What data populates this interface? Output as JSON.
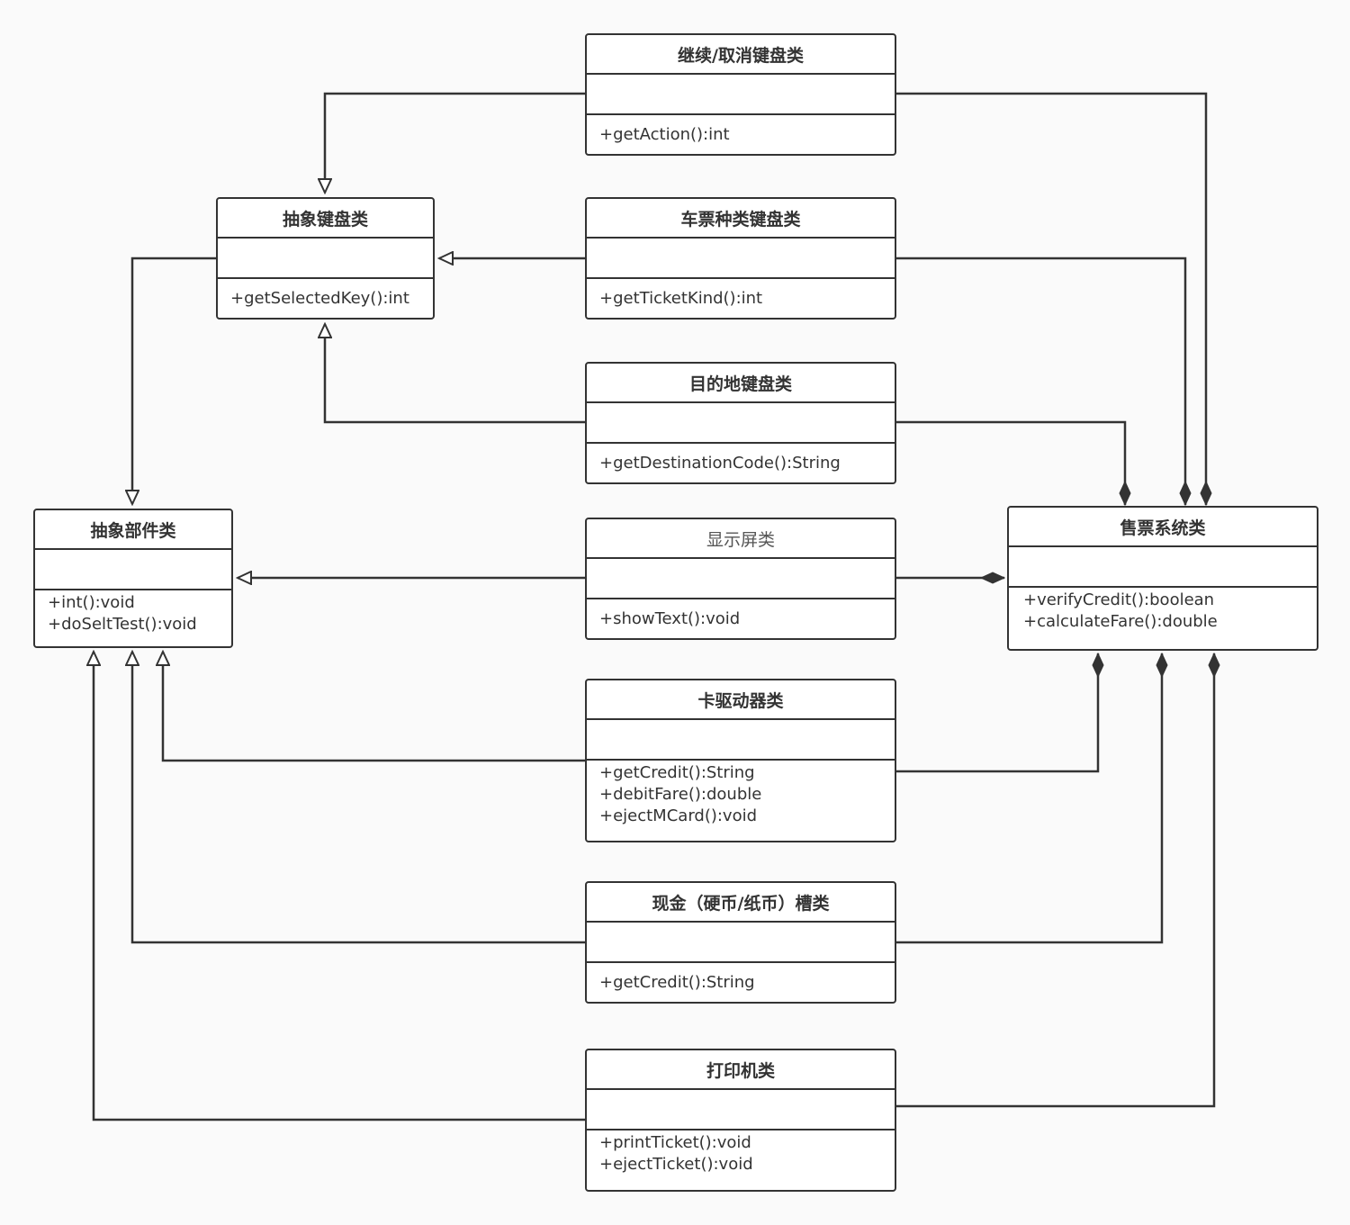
{
  "colors": {
    "line": "#333333",
    "background": "#fafafa",
    "box": "#ffffff"
  },
  "classes": {
    "continue_cancel_keyboard": {
      "name": "继续/取消键盘类",
      "ops": [
        "+getAction():int"
      ]
    },
    "abstract_keyboard": {
      "name": "抽象键盘类",
      "ops": [
        "+getSelectedKey():int"
      ]
    },
    "ticket_kind_keyboard": {
      "name": "车票种类键盘类",
      "ops": [
        "+getTicketKind():int"
      ]
    },
    "destination_keyboard": {
      "name": "目的地键盘类",
      "ops": [
        "+getDestinationCode():String"
      ]
    },
    "abstract_component": {
      "name": "抽象部件类",
      "ops": [
        "+int():void",
        "+doSeltTest():void"
      ]
    },
    "display_screen": {
      "name": "显示屏类",
      "ops": [
        "+showText():void"
      ]
    },
    "ticketing_system": {
      "name": "售票系统类",
      "ops": [
        "+verifyCredit():boolean",
        "+calculateFare():double"
      ]
    },
    "card_driver": {
      "name": "卡驱动器类",
      "ops": [
        "+getCredit():String",
        "+debitFare():double",
        "+ejectMCard():void"
      ]
    },
    "cash_slot": {
      "name": "现金（硬币/纸币）槽类",
      "ops": [
        "+getCredit():String"
      ]
    },
    "printer": {
      "name": "打印机类",
      "ops": [
        "+printTicket():void",
        "+ejectTicket():void"
      ]
    }
  }
}
